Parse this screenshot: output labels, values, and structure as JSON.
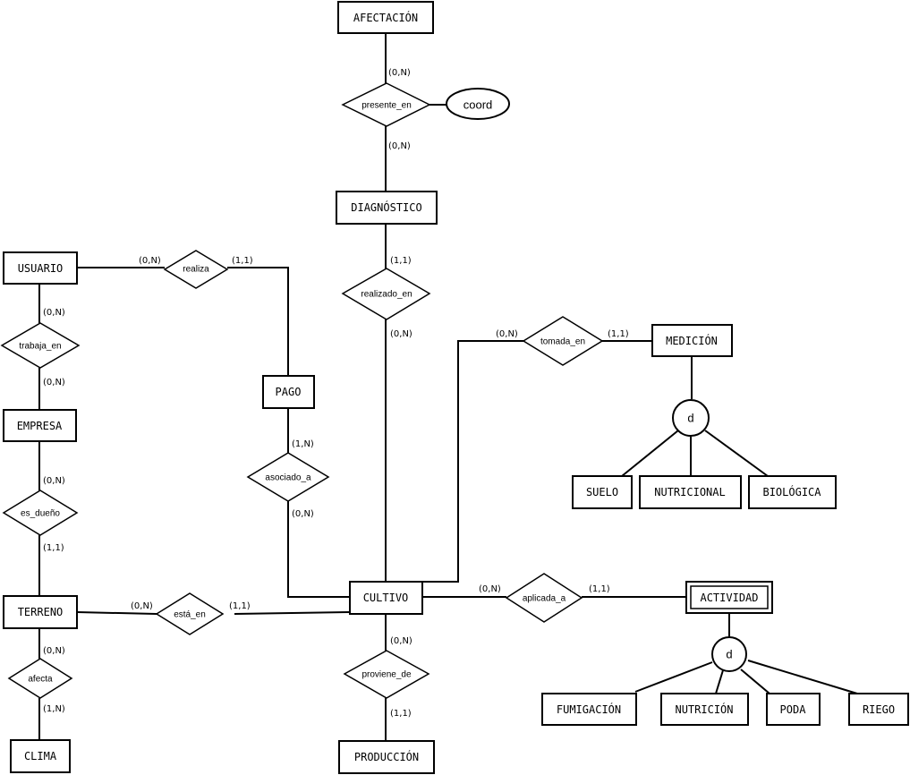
{
  "entities": {
    "afectacion": "AFECTACIÓN",
    "diagnostico": "DIAGNÓSTICO",
    "usuario": "USUARIO",
    "empresa": "EMPRESA",
    "terreno": "TERRENO",
    "clima": "CLIMA",
    "pago": "PAGO",
    "cultivo": "CULTIVO",
    "produccion": "PRODUCCIÓN",
    "medicion": "MEDICIÓN",
    "suelo": "SUELO",
    "nutricional": "NUTRICIONAL",
    "biologica": "BIOLÓGICA",
    "actividad": "ACTIVIDAD",
    "fumigacion": "FUMIGACIÓN",
    "nutricion": "NUTRICIÓN",
    "poda": "PODA",
    "riego": "RIEGO"
  },
  "relationships": {
    "presente_en": "presente_en",
    "realizado_en": "realizado_en",
    "realiza": "realiza",
    "trabaja_en": "trabaja_en",
    "es_dueno": "es_dueño",
    "afecta": "afecta",
    "asociado_a": "asociado_a",
    "esta_en": "está_en",
    "proviene_de": "proviene_de",
    "tomada_en": "tomada_en",
    "aplicada_a": "aplicada_a"
  },
  "attributes": {
    "coord": "coord"
  },
  "specializations": {
    "medicion_disjoint": "d",
    "actividad_disjoint": "d"
  },
  "cardinalities": {
    "afectacion_presente": "(0,N)",
    "presente_diagnostico": "(0,N)",
    "diagnostico_realizado": "(1,1)",
    "realizado_cultivo": "(0,N)",
    "usuario_realiza": "(0,N)",
    "realiza_pago": "(1,1)",
    "usuario_trabaja": "(0,N)",
    "trabaja_empresa": "(0,N)",
    "empresa_dueno": "(0,N)",
    "dueno_terreno": "(1,1)",
    "terreno_afecta": "(0,N)",
    "afecta_clima": "(1,N)",
    "pago_asociado": "(1,N)",
    "asociado_cultivo": "(0,N)",
    "terreno_esta": "(0,N)",
    "esta_cultivo": "(1,1)",
    "cultivo_proviene": "(0,N)",
    "proviene_produccion": "(1,1)",
    "cultivo_tomada": "(0,N)",
    "tomada_medicion": "(1,1)",
    "cultivo_aplicada": "(0,N)",
    "aplicada_actividad": "(1,1)"
  }
}
